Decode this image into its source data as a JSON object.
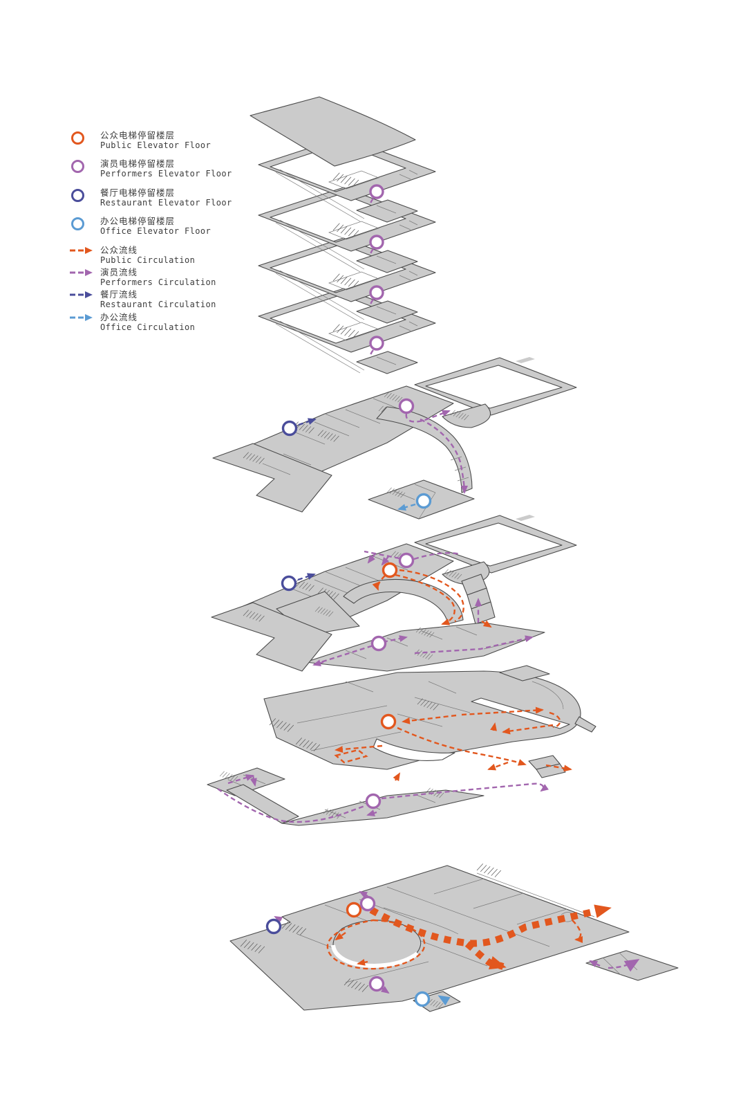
{
  "colors": {
    "public": "#E2571E",
    "performers": "#A266AE",
    "restaurant": "#4A4D9B",
    "office": "#5B9BD3",
    "plate_fill": "#CBCBCB",
    "plate_stroke": "#4A4A4A",
    "text": "#3B3B3B",
    "background": "#FFFFFF"
  },
  "legend": {
    "items": [
      {
        "kind": "elevator",
        "color": "public",
        "zh": "公众电梯停留楼层",
        "en": "Public Elevator Floor"
      },
      {
        "kind": "elevator",
        "color": "performers",
        "zh": "演员电梯停留楼层",
        "en": "Performers Elevator Floor"
      },
      {
        "kind": "elevator",
        "color": "restaurant",
        "zh": "餐厅电梯停留楼层",
        "en": "Restaurant Elevator Floor"
      },
      {
        "kind": "elevator",
        "color": "office",
        "zh": "办公电梯停留楼层",
        "en": "Office Elevator Floor"
      },
      {
        "kind": "circulation",
        "color": "public",
        "zh": "公众流线",
        "en": "Public Circulation"
      },
      {
        "kind": "circulation",
        "color": "performers",
        "zh": "演员流线",
        "en": "Performers Circulation"
      },
      {
        "kind": "circulation",
        "color": "restaurant",
        "zh": "餐厅流线",
        "en": "Restaurant Circulation"
      },
      {
        "kind": "circulation",
        "color": "office",
        "zh": "办公流线",
        "en": "Office Circulation"
      }
    ]
  }
}
